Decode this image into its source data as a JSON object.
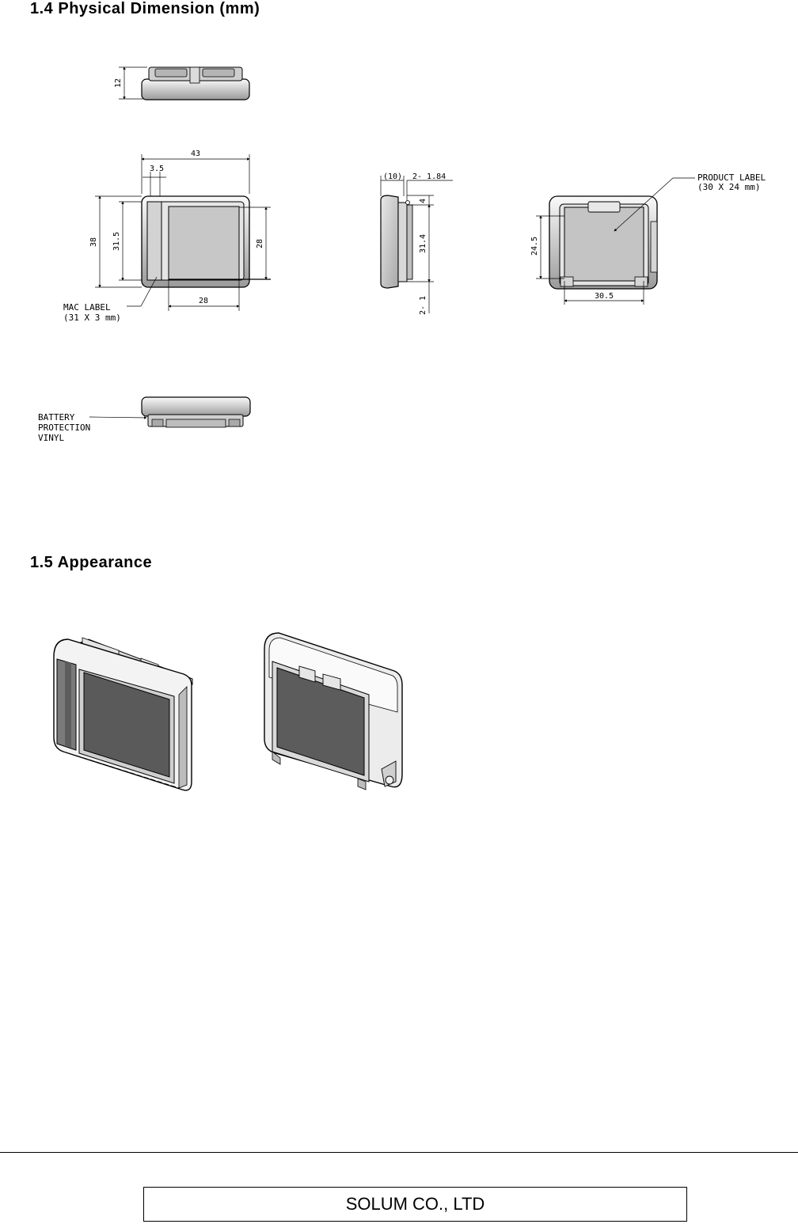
{
  "sections": {
    "dimension_title": "1.4 Physical Dimension (mm)",
    "appearance_title": "1.5 Appearance"
  },
  "drawing": {
    "top_view_height": "12",
    "front_width": "43",
    "front_inset": "3.5",
    "front_height": "38",
    "front_inner_height": "31.5",
    "front_display_height": "28",
    "front_display_width": "28",
    "mac_label_line1": "MAC LABEL",
    "mac_label_line2": "(31 X 3 mm)",
    "side_depth": "(10)",
    "side_slot": "2- 1.84",
    "side_top": "4",
    "side_height": "31.4",
    "side_bottom": "2- 1",
    "product_label_line1": "PRODUCT LABEL",
    "product_label_line2": "(30 X 24 mm)",
    "back_height": "24.5",
    "back_width": "30.5",
    "battery_line1": "BATTERY",
    "battery_line2": "PROTECTION",
    "battery_line3": "VINYL"
  },
  "footer": {
    "company": "SOLUM CO., LTD"
  }
}
